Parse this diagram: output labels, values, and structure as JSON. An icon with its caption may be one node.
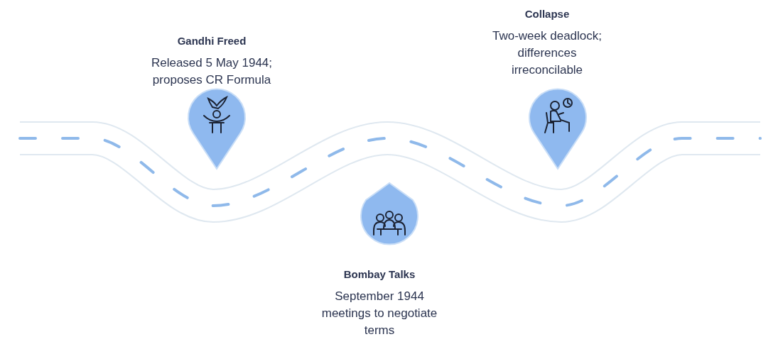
{
  "diagram": {
    "nodes": [
      {
        "text": [
          "Gandhi Freed",
          "Released 5 May 1944; proposes CR Formula"
        ]
      },
      {
        "text": [
          "Bombay Talks",
          "September 1944 meetings to negotiate terms"
        ]
      },
      {
        "text": [
          "Collapse",
          "Two-week deadlock; differences irreconcilable"
        ]
      }
    ]
  }
}
